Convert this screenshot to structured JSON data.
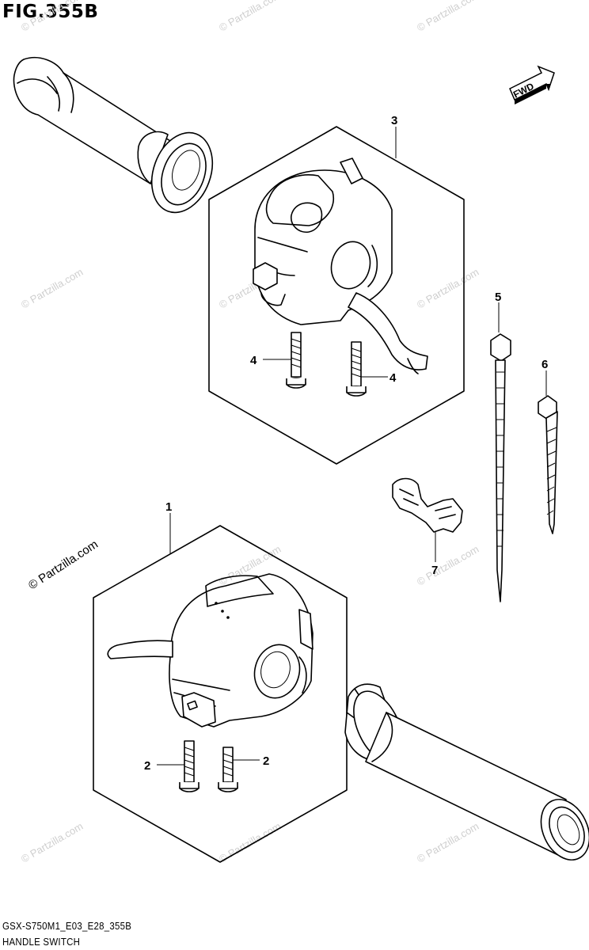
{
  "figure": {
    "title": "FIG.355B",
    "model_code": "GSX-S750M1_E03_E28_355B",
    "name": "HANDLE SWITCH",
    "direction_label": "FWD"
  },
  "callouts": {
    "c1": "1",
    "c2a": "2",
    "c2b": "2",
    "c3": "3",
    "c4a": "4",
    "c4b": "4",
    "c5": "5",
    "c6": "6",
    "c7": "7"
  },
  "watermark": {
    "text": "© Partzilla.com"
  }
}
